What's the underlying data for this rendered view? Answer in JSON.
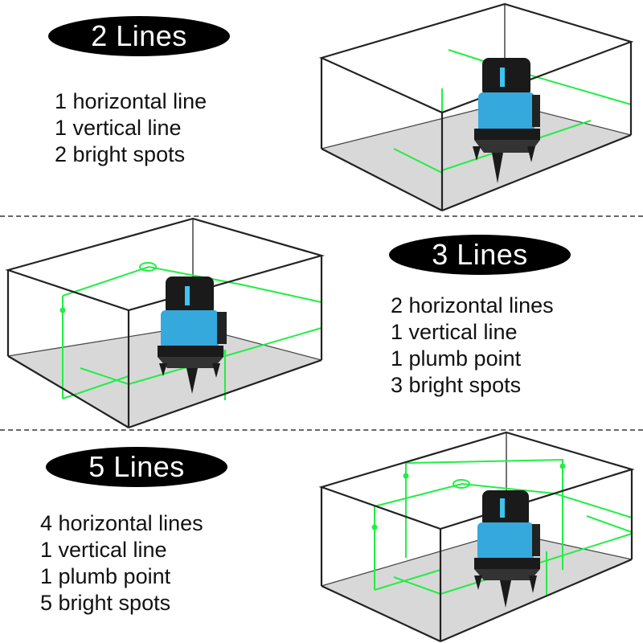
{
  "panels": [
    {
      "title": "2 Lines",
      "features": [
        "1 horizontal line",
        "1 vertical line",
        "2 bright spots"
      ]
    },
    {
      "title": "3 Lines",
      "features": [
        "2 horizontal lines",
        "1 vertical line",
        "1 plumb point",
        "3 bright spots"
      ]
    },
    {
      "title": "5 Lines",
      "features": [
        "4 horizontal lines",
        "1 vertical line",
        "1 plumb point",
        "5 bright spots"
      ]
    }
  ],
  "colors": {
    "laser_green": "#22ee44",
    "device_blue": "#35a8dc",
    "device_black": "#1a1a1a",
    "badge_black": "#000000",
    "floor_gray": "#d8d8d8",
    "box_line": "#222222"
  }
}
